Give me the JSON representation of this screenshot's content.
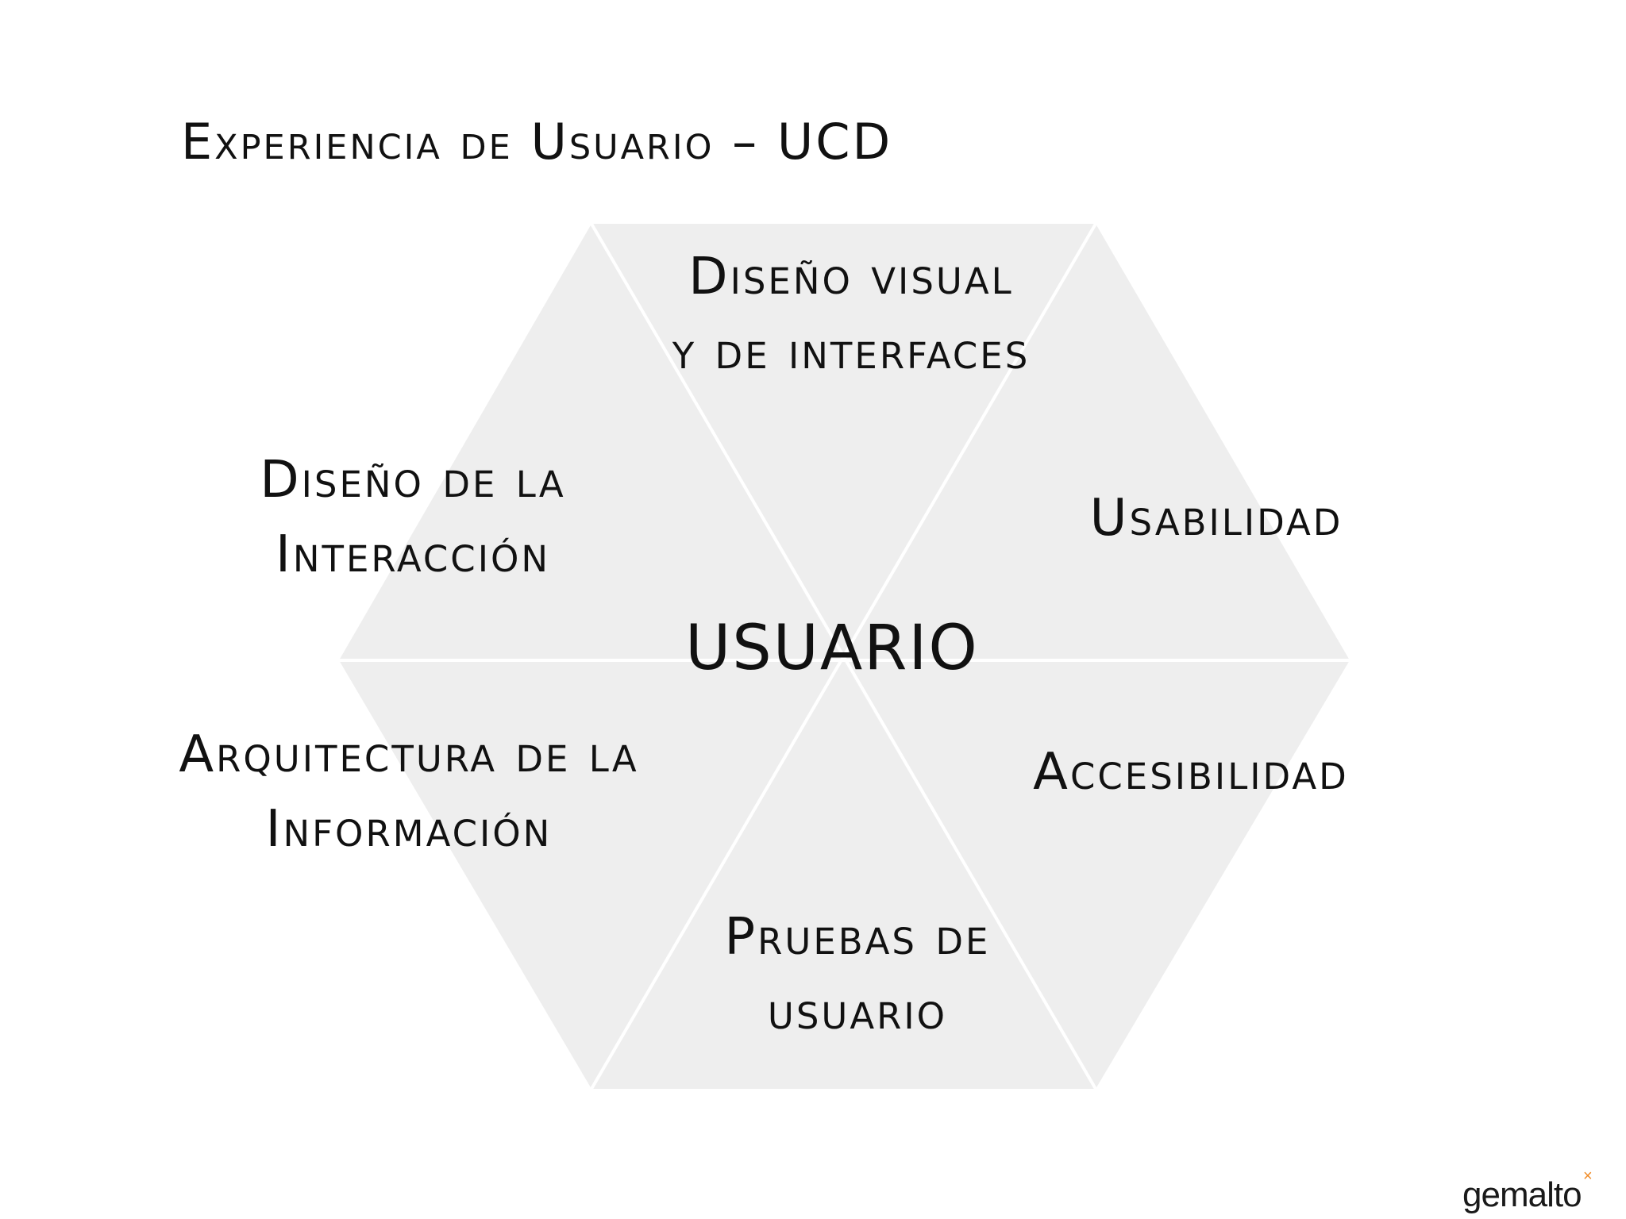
{
  "title": "Experiencia de Usuario – UCD",
  "center": "USUARIO",
  "segments": {
    "top": [
      "Diseño visual",
      "y de interfaces"
    ],
    "top_right": [
      "Usabilidad"
    ],
    "bottom_right": [
      "Accesibilidad"
    ],
    "bottom": [
      "Pruebas de",
      "usuario"
    ],
    "bottom_left": [
      "Arquitectura de la",
      "Información"
    ],
    "top_left": [
      "Diseño de la",
      "Interacción"
    ]
  },
  "logo": {
    "text": "gemalto",
    "mark": "×"
  },
  "colors": {
    "hexagon_fill": "#eeeeee",
    "divider": "#ffffff",
    "text": "#111111",
    "logo_accent": "#f08a24"
  }
}
